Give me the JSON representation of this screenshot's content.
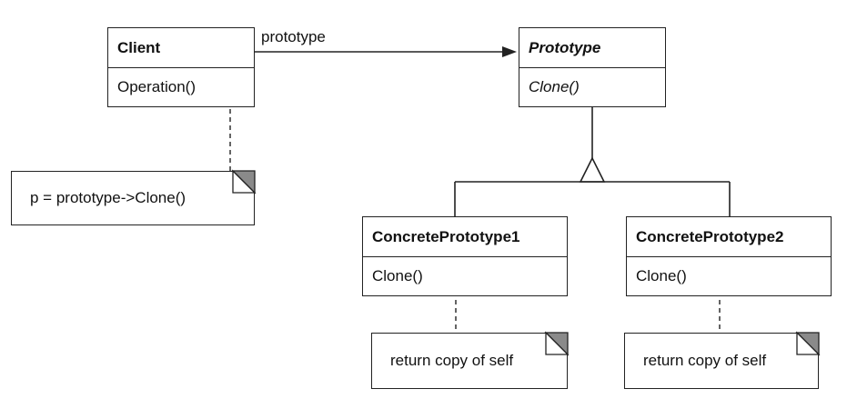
{
  "association_label": "prototype",
  "client": {
    "name": "Client",
    "operation": "Operation()"
  },
  "prototype": {
    "name": "Prototype",
    "operation": "Clone()"
  },
  "concrete1": {
    "name": "ConcretePrototype1",
    "operation": "Clone()"
  },
  "concrete2": {
    "name": "ConcretePrototype2",
    "operation": "Clone()"
  },
  "notes": {
    "client": "p = prototype->Clone()",
    "concrete1": "return copy of self",
    "concrete2": "return copy of self"
  }
}
